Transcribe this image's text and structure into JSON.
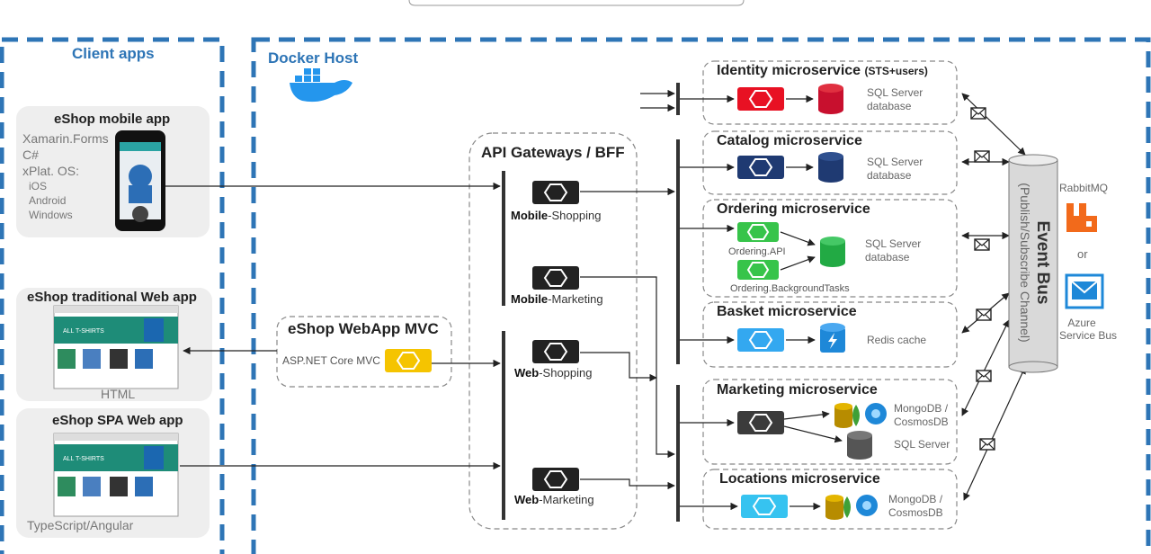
{
  "header": {
    "caption": ""
  },
  "client_apps": {
    "title": "Client apps",
    "mobile": {
      "title": "eShop mobile app",
      "lines": [
        "Xamarin.Forms",
        "C#",
        "xPlat. OS:"
      ],
      "os": [
        "iOS",
        "Android",
        "Windows"
      ]
    },
    "web_mvc": {
      "title": "eShop traditional Web app",
      "footer": "HTML"
    },
    "spa": {
      "title": "eShop SPA Web app",
      "footer": "TypeScript/Angular"
    }
  },
  "docker_host": {
    "title": "Docker Host"
  },
  "webapp_mvc": {
    "title": "eShop WebApp MVC",
    "subtitle": "ASP.NET Core MVC"
  },
  "api_gateways": {
    "title": "API Gateways / BFF",
    "items": [
      {
        "bold": "Mobile",
        "rest": "-Shopping"
      },
      {
        "bold": "Mobile",
        "rest": "-Marketing"
      },
      {
        "bold": "Web",
        "rest": "-Shopping"
      },
      {
        "bold": "Web",
        "rest": "-Marketing"
      }
    ]
  },
  "microservices": {
    "identity": {
      "title": "Identity microservice",
      "suffix": "(STS+users)",
      "db": [
        "SQL Server",
        "database"
      ]
    },
    "catalog": {
      "title": "Catalog microservice",
      "db": [
        "SQL Server",
        "database"
      ]
    },
    "ordering": {
      "title": "Ordering microservice",
      "api": "Ordering.API",
      "tasks": "Ordering.BackgroundTasks",
      "db": [
        "SQL Server",
        "database"
      ]
    },
    "basket": {
      "title": "Basket microservice",
      "db": [
        "Redis cache"
      ]
    },
    "marketing": {
      "title": "Marketing microservice",
      "db": [
        "MongoDB /",
        "CosmosDB"
      ],
      "db2": "SQL Server"
    },
    "locations": {
      "title": "Locations microservice",
      "db": [
        "MongoDB /",
        "CosmosDB"
      ]
    }
  },
  "event_bus": {
    "title": "Event Bus",
    "subtitle": "(Publish/Subscribe Channel)"
  },
  "providers": {
    "rabbitmq": "RabbitMQ",
    "or": "or",
    "azure": [
      "Azure",
      "Service Bus"
    ]
  },
  "colors": {
    "frame_blue": "#2E75B6",
    "identity": "#E81123",
    "catalog": "#1F3A72",
    "ordering": "#37C44A",
    "basket": "#33A8F0",
    "marketing": "#3B3B3B",
    "locations": "#36C3F0",
    "gateway": "#222222",
    "webapp": "#F5C400",
    "rabbitmq": "#F26A1B",
    "azure_sb": "#1E88D8"
  }
}
